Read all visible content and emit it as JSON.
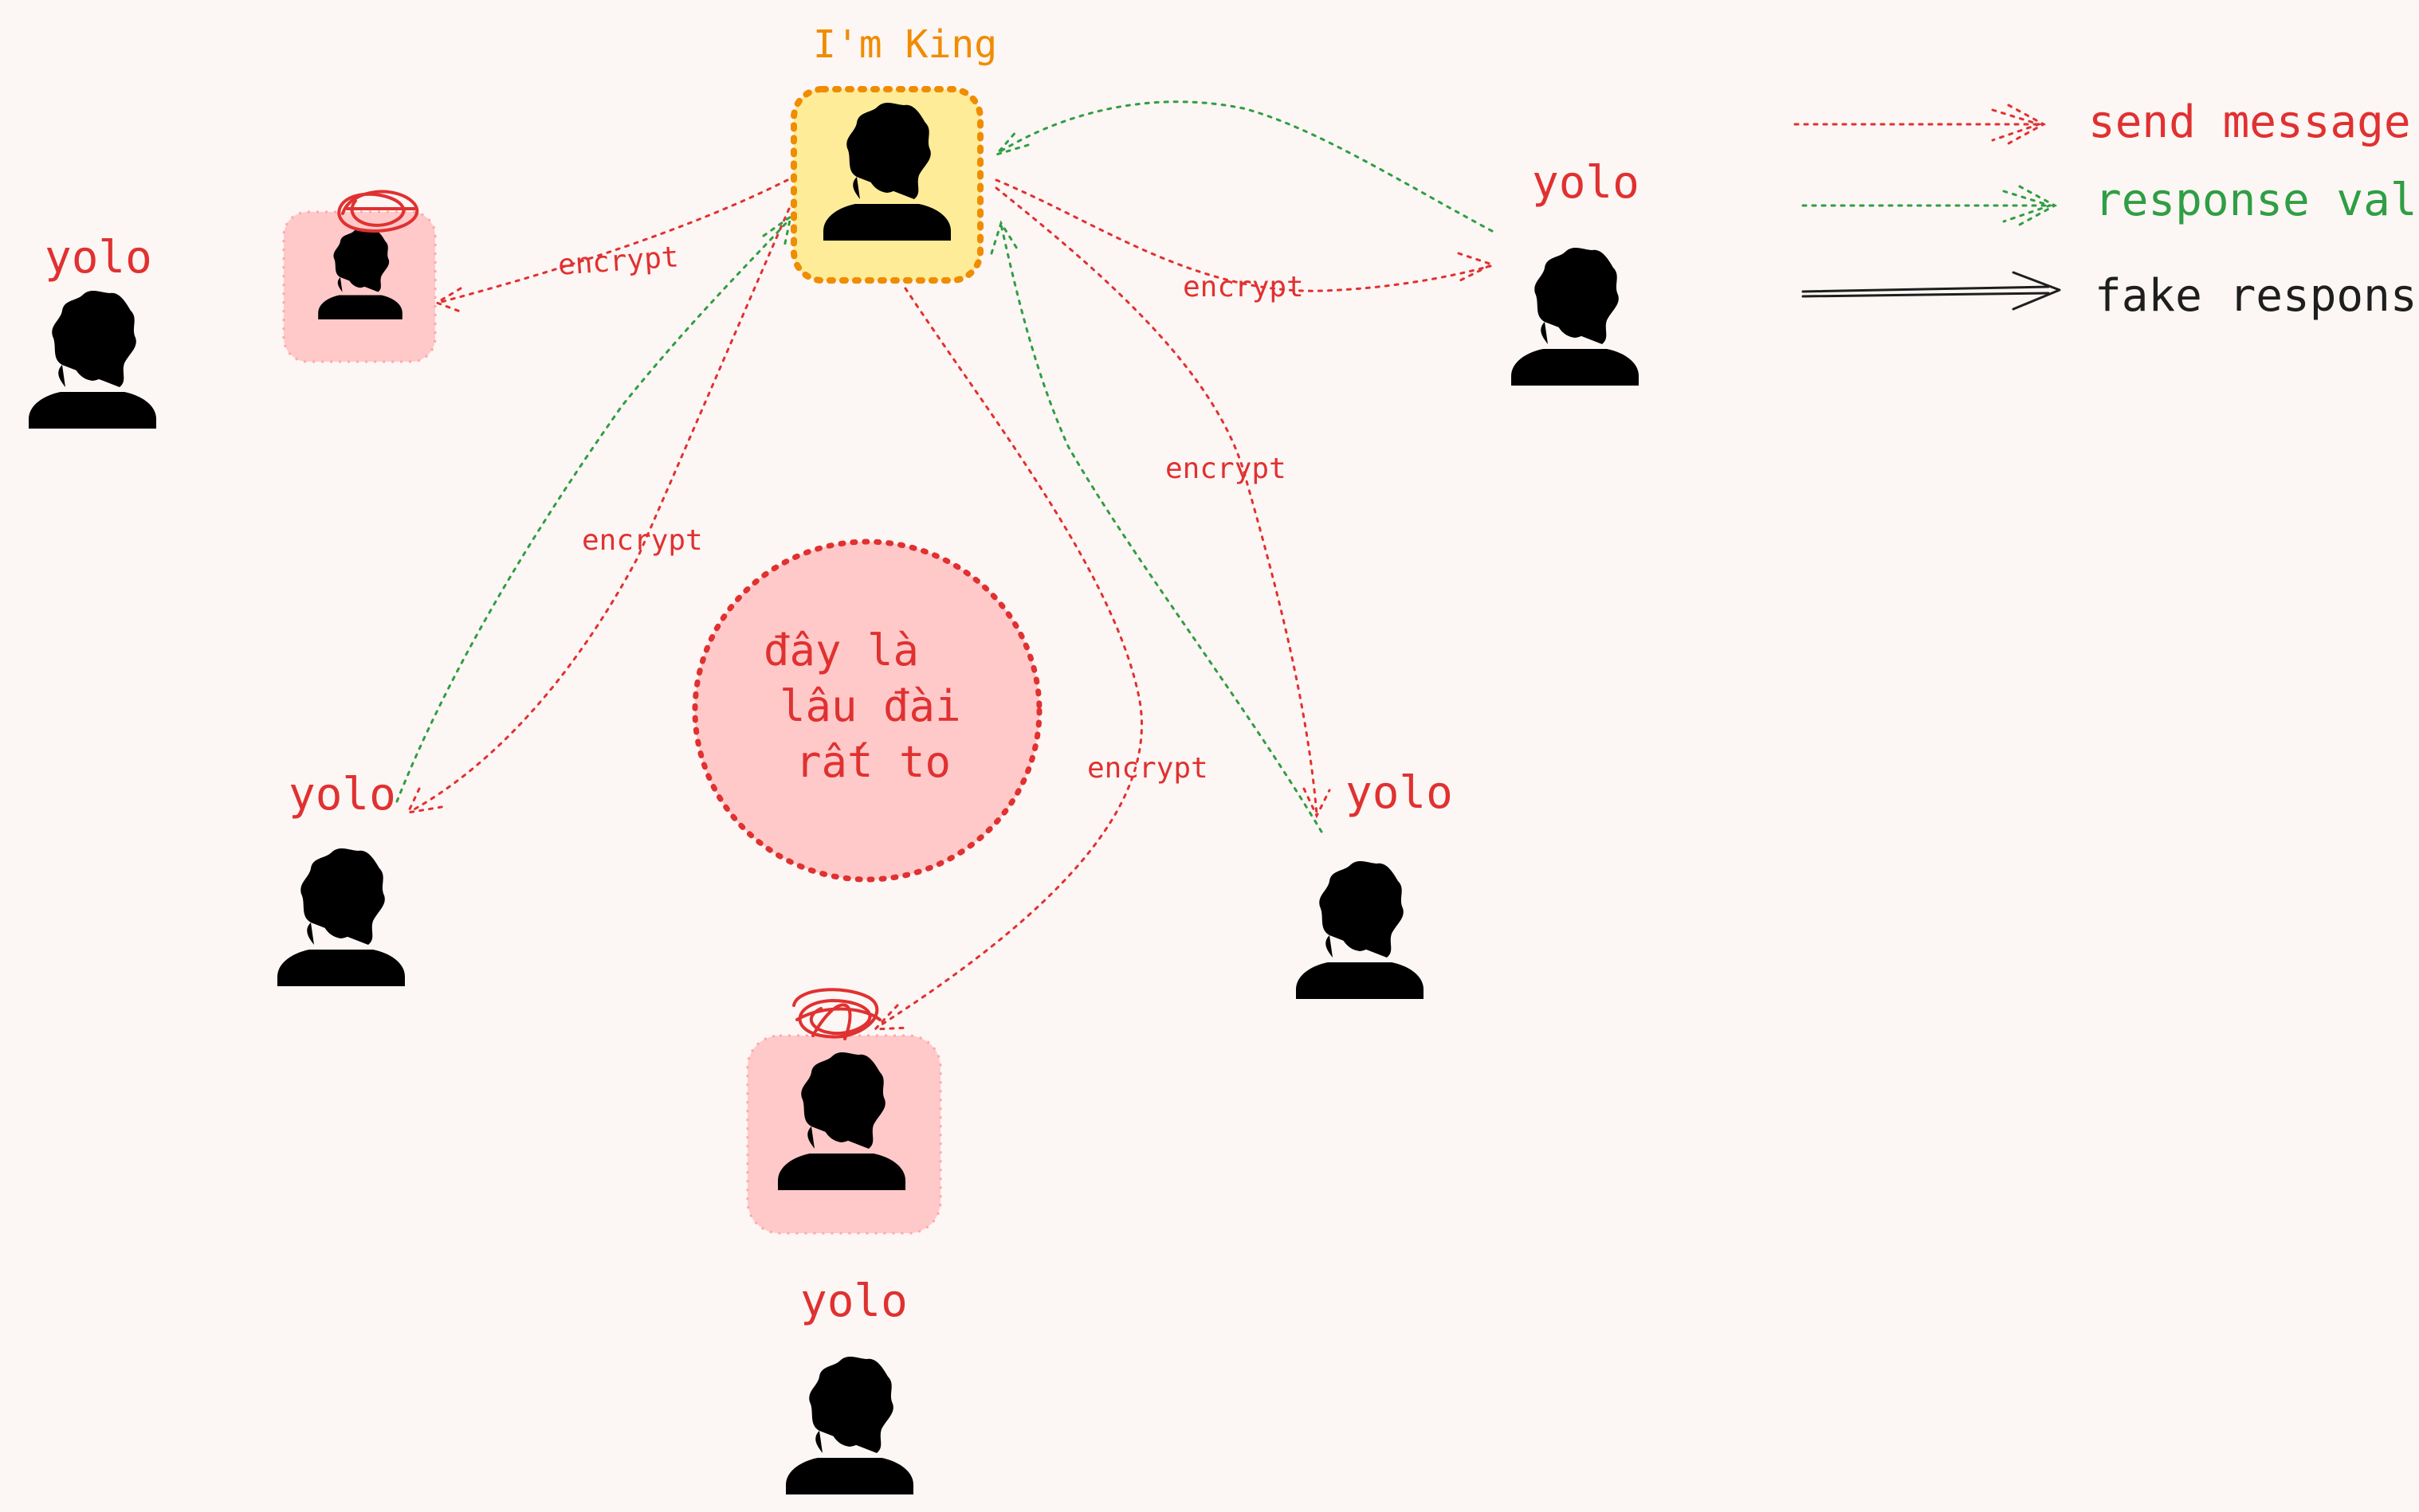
{
  "king": {
    "label": "I'm King"
  },
  "nodes": {
    "top_left": "yolo",
    "right": "yolo",
    "left_lower": "yolo",
    "right_lower": "yolo",
    "bottom": "yolo"
  },
  "edges": {
    "enc_top_left": "encrypt",
    "enc_right": "encrypt",
    "enc_right_lower": "encrypt",
    "enc_left_lower": "encrypt",
    "enc_bottom": "encrypt"
  },
  "castle": {
    "line1": "đây là",
    "line2": "lâu đài",
    "line3": "rất to"
  },
  "legend": {
    "send": "send message",
    "valid": "response valid",
    "fake": "fake response"
  },
  "colors": {
    "red": "#e03131",
    "green": "#2f9e44",
    "king_fill": "#ffec99",
    "king_stroke": "#f08c00",
    "victim_fill": "#ffc9c9",
    "background": "#fcf6f4"
  }
}
